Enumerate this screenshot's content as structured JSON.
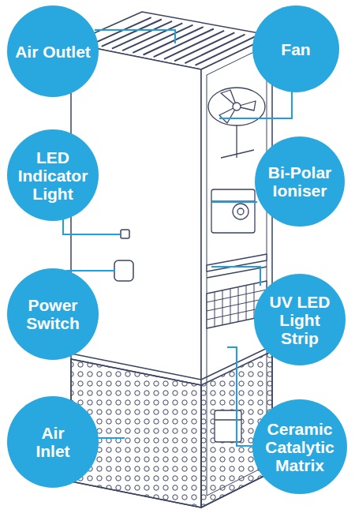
{
  "diagram": {
    "nodes": [
      {
        "text": [
          "Air Outlet"
        ]
      },
      {
        "text": [
          "Fan"
        ]
      },
      {
        "text": [
          "LED Indicator Light"
        ]
      },
      {
        "text": [
          "Bi-Polar Ioniser"
        ]
      },
      {
        "text": [
          "Power Switch"
        ]
      },
      {
        "text": [
          "UV LED Light Strip"
        ]
      },
      {
        "text": [
          "Air Inlet"
        ]
      },
      {
        "text": [
          "Ceramic Catalytic Matrix"
        ]
      }
    ]
  }
}
